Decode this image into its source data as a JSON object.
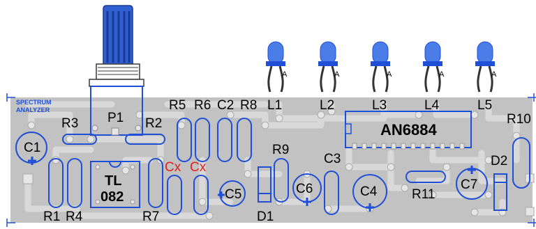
{
  "board": {
    "title_line1": "SPECTRUM",
    "title_line2": "ANALYZER",
    "colors": {
      "board": "#c2c2c2",
      "trace": "#d6d6d6",
      "pad": "#e6e6e6",
      "outline": "#1f4fd6",
      "led": "#4a7de8",
      "marker": "#e8201a"
    }
  },
  "components": {
    "P1": "P1",
    "R1": "R1",
    "R2": "R2",
    "R3": "R3",
    "R4": "R4",
    "R5": "R5",
    "R6": "R6",
    "R7": "R7",
    "R8": "R8",
    "R9": "R9",
    "R10": "R10",
    "R11": "R11",
    "C1": "C1",
    "C2": "C2",
    "C3": "C3",
    "C4": "C4",
    "C5": "C5",
    "C6": "C6",
    "C7": "C7",
    "Cx": "Cx",
    "D1": "D1",
    "D2": "D2",
    "L1": "L1",
    "L2": "L2",
    "L3": "L3",
    "L4": "L4",
    "L5": "L5",
    "anode": "A",
    "ic1_line1": "TL",
    "ic1_line2": "082",
    "ic2": "AN6884"
  }
}
